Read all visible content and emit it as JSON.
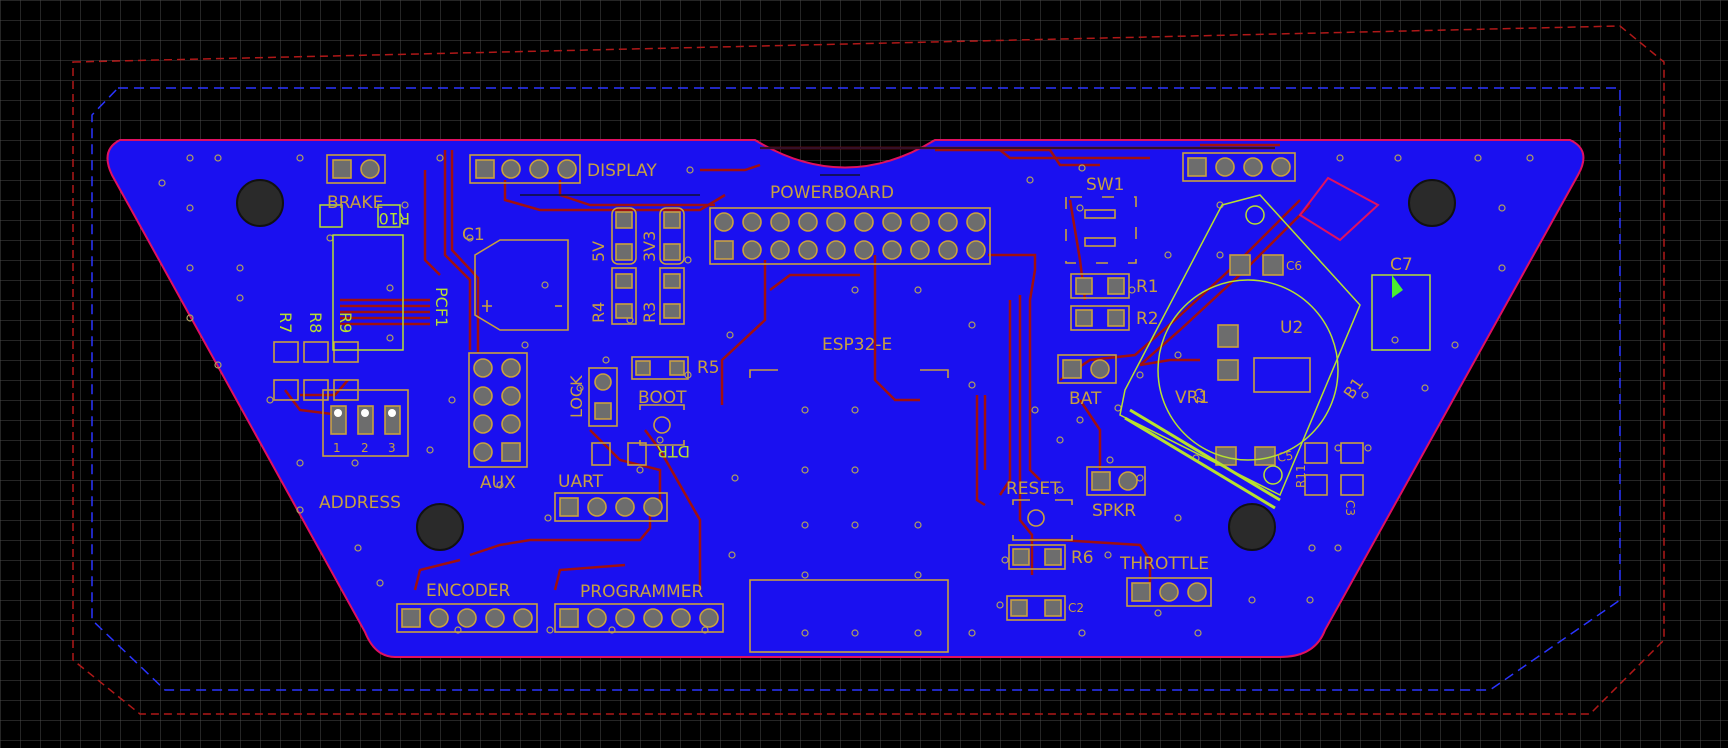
{
  "board": {
    "colors": {
      "background": "#000000",
      "grid": "#4a4a4a",
      "copper": "#1a10f0",
      "outline": "#e01060",
      "trace": "#a01010",
      "silk": "#c8a040",
      "silk_alt": "#b8e030",
      "keepout_red": "#b01818",
      "keepout_blue": "#2a34ff",
      "hole": "#2a2a2a"
    }
  },
  "labels": {
    "brake": "BRAKE",
    "r10": "R10",
    "display": "DISPLAY",
    "powerboard": "POWERBOARD",
    "sw1": "SW1",
    "c1": "C1",
    "v5": "5V",
    "v3v3": "3V3",
    "r4": "R4",
    "r3": "R3",
    "r5": "R5",
    "r1": "R1",
    "r2": "R2",
    "c6": "C6",
    "c7": "C7",
    "u2": "U2",
    "esp32": "ESP32-E",
    "bat": "BAT",
    "vr1": "VR1",
    "c4": "C4",
    "r7": "R7",
    "r8": "R8",
    "r9": "R9",
    "pcf1": "PCF1",
    "lock": "LOCK",
    "boot": "BOOT",
    "dtr": "DTR",
    "aux": "AUX",
    "address": "ADDRESS",
    "dip1": "1",
    "dip2": "2",
    "dip3": "3",
    "uart": "UART",
    "reset": "RESET",
    "spkr": "SPKR",
    "r6": "R6",
    "c2": "C2",
    "encoder": "ENCODER",
    "programmer": "PROGRAMMER",
    "throttle": "THROTTLE",
    "c5": "C5",
    "b1": "B1",
    "r11": "R11",
    "c3": "C3"
  }
}
